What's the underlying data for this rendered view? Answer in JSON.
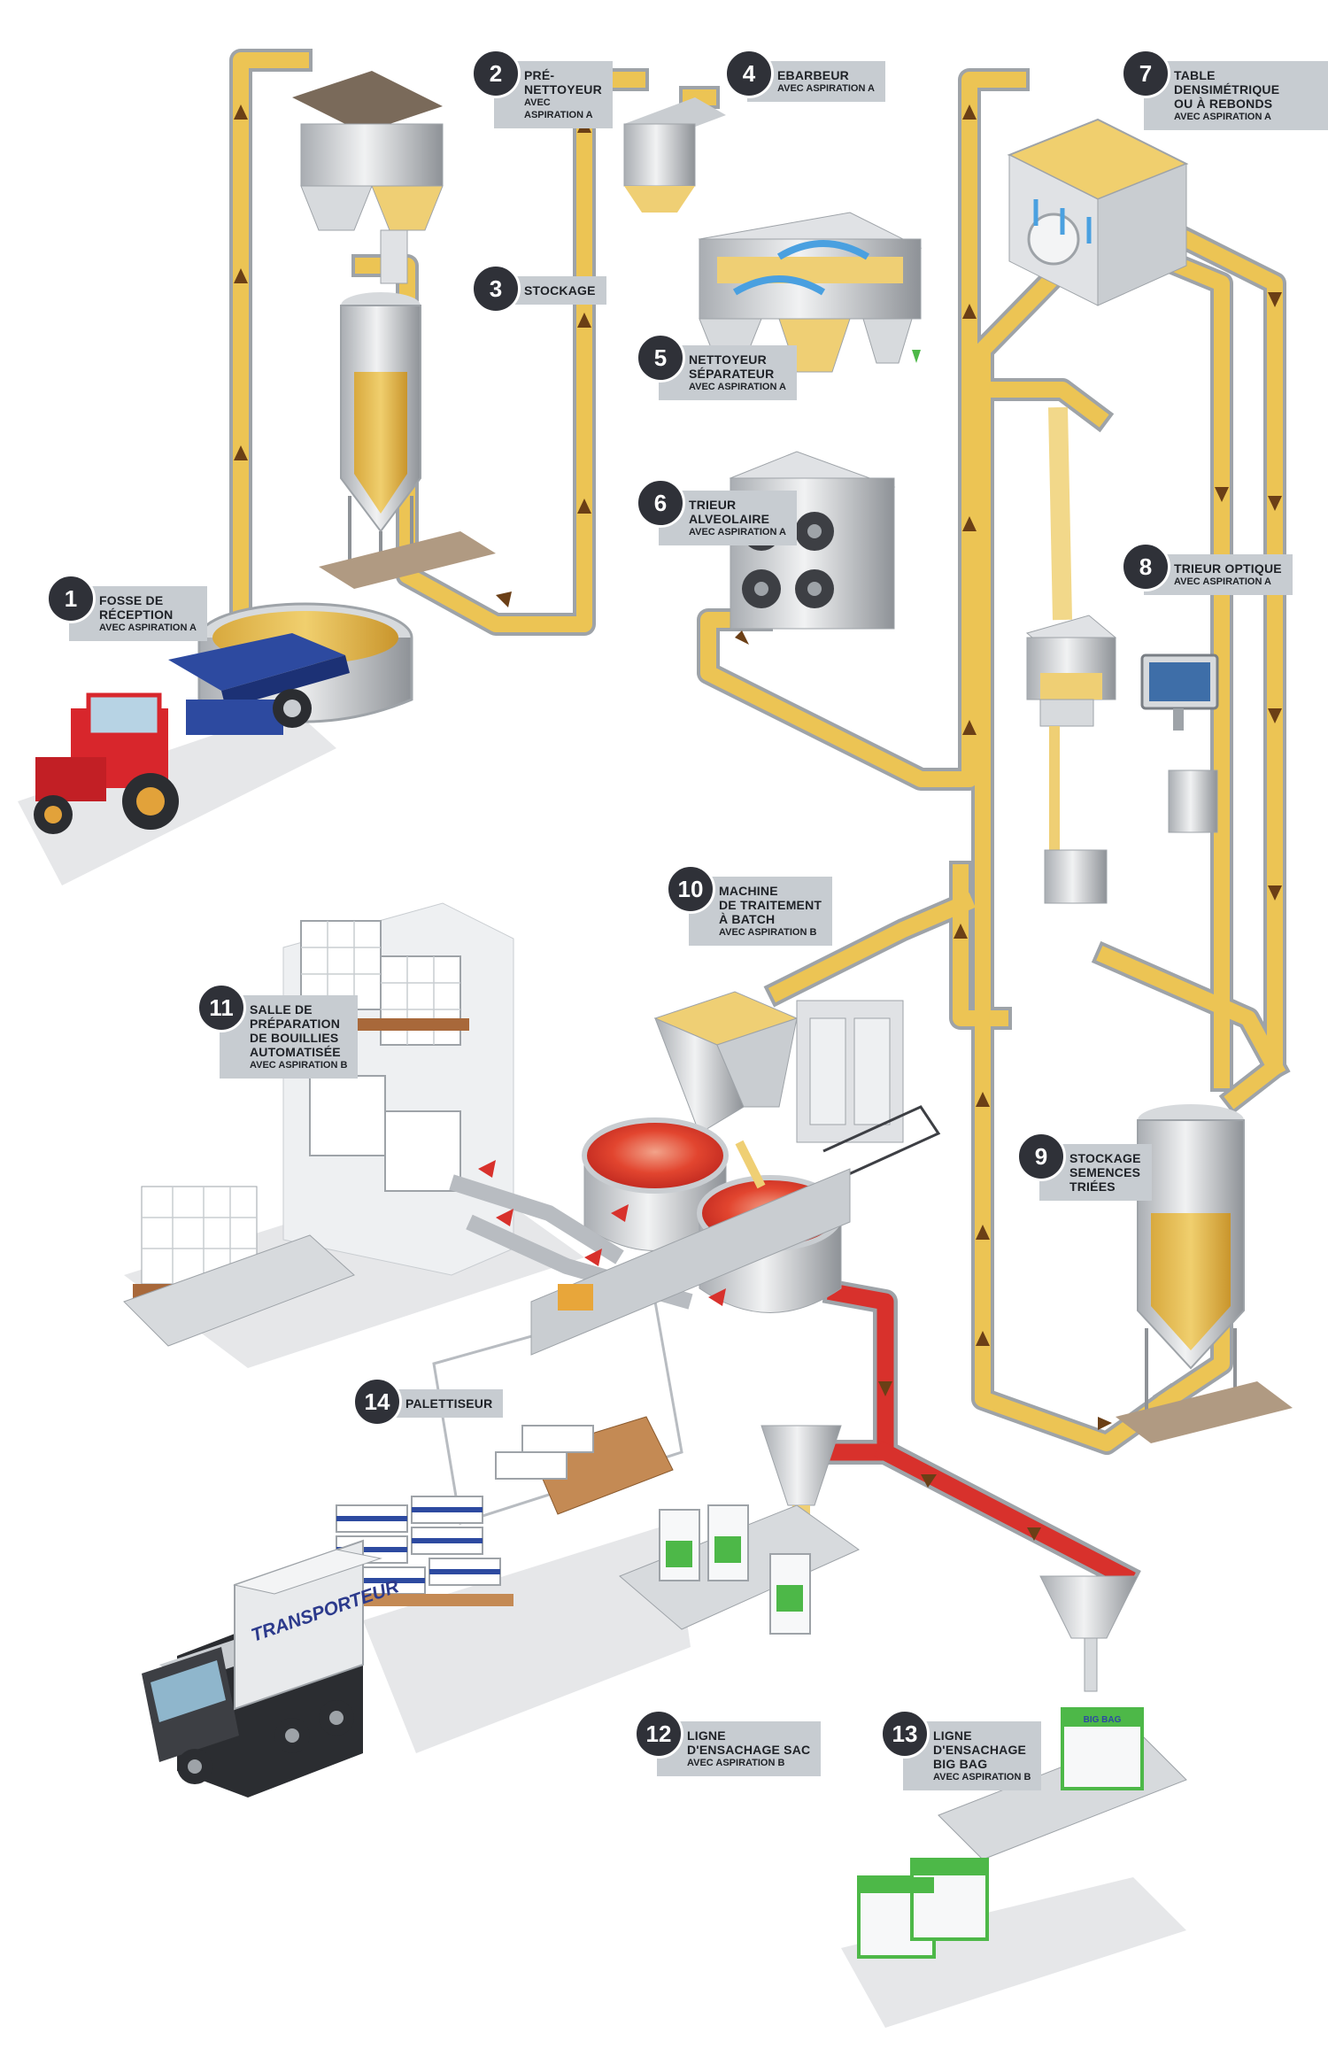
{
  "steps": [
    {
      "num": "1",
      "title": "FOSSE DE\nRÉCEPTION",
      "sub": "AVEC ASPIRATION A"
    },
    {
      "num": "2",
      "title": "PRÉ-\nNETTOYEUR",
      "sub": "AVEC\nASPIRATION A"
    },
    {
      "num": "3",
      "title": "STOCKAGE",
      "sub": ""
    },
    {
      "num": "4",
      "title": "EBARBEUR",
      "sub": "AVEC ASPIRATION A"
    },
    {
      "num": "5",
      "title": "NETTOYEUR\nSÉPARATEUR",
      "sub": "AVEC ASPIRATION A"
    },
    {
      "num": "6",
      "title": "TRIEUR\nALVEOLAIRE",
      "sub": "AVEC ASPIRATION A"
    },
    {
      "num": "7",
      "title": "TABLE DENSIMÉTRIQUE\nOU À REBONDS",
      "sub": "AVEC ASPIRATION A"
    },
    {
      "num": "8",
      "title": "TRIEUR OPTIQUE",
      "sub": "AVEC ASPIRATION A"
    },
    {
      "num": "9",
      "title": "STOCKAGE\nSEMENCES\nTRIÉES",
      "sub": ""
    },
    {
      "num": "10",
      "title": "MACHINE\nDE TRAITEMENT\nÀ BATCH",
      "sub": "AVEC ASPIRATION B"
    },
    {
      "num": "11",
      "title": "SALLE DE\nPRÉPARATION\nDE BOUILLIES\nAUTOMATISÉE",
      "sub": "AVEC ASPIRATION B"
    },
    {
      "num": "12",
      "title": "LIGNE\nD'ENSACHAGE SAC",
      "sub": "AVEC ASPIRATION B"
    },
    {
      "num": "13",
      "title": "LIGNE\nD'ENSACHAGE\nBIG BAG",
      "sub": "AVEC ASPIRATION B"
    },
    {
      "num": "14",
      "title": "PALETTISEUR",
      "sub": ""
    }
  ],
  "truck_label": "TRANSPORTEUR",
  "bag_label": "BIG BAG",
  "colors": {
    "grain": "#e8c45c",
    "grain_dark": "#c99a2e",
    "treated": "#d8312c",
    "duct_edge": "#9ea3a8",
    "badge": "#2f3138",
    "plate": "#c7ccd1",
    "tractor": "#d8262c",
    "trailer": "#2d4aa0"
  }
}
